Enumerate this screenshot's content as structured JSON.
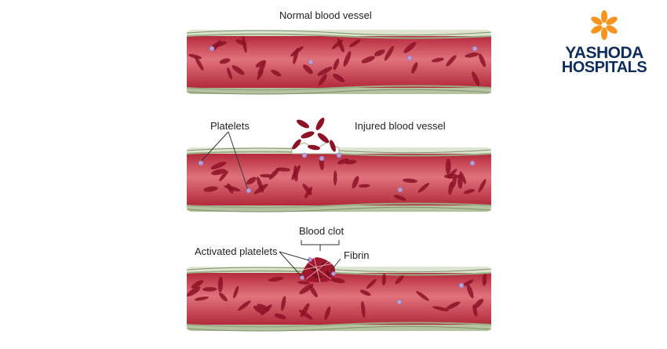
{
  "labels": {
    "normal": "Normal blood vessel",
    "injured": "Injured blood vessel",
    "platelets": "Platelets",
    "blood_clot": "Blood clot",
    "activated_platelets": "Activated platelets",
    "fibrin": "Fibrin"
  },
  "logo": {
    "line1": "YASHODA",
    "line2": "HOSPITALS"
  },
  "colors": {
    "lumen": "#c8394a",
    "lumen_light": "#e07a83",
    "wall_outer": "#c9d4b8",
    "wall_inner": "#a8b893",
    "rbc": "#8c1226",
    "platelet": "#b9a0d8",
    "logo_orange": "#f7941d",
    "logo_navy": "#0e2c5c"
  }
}
